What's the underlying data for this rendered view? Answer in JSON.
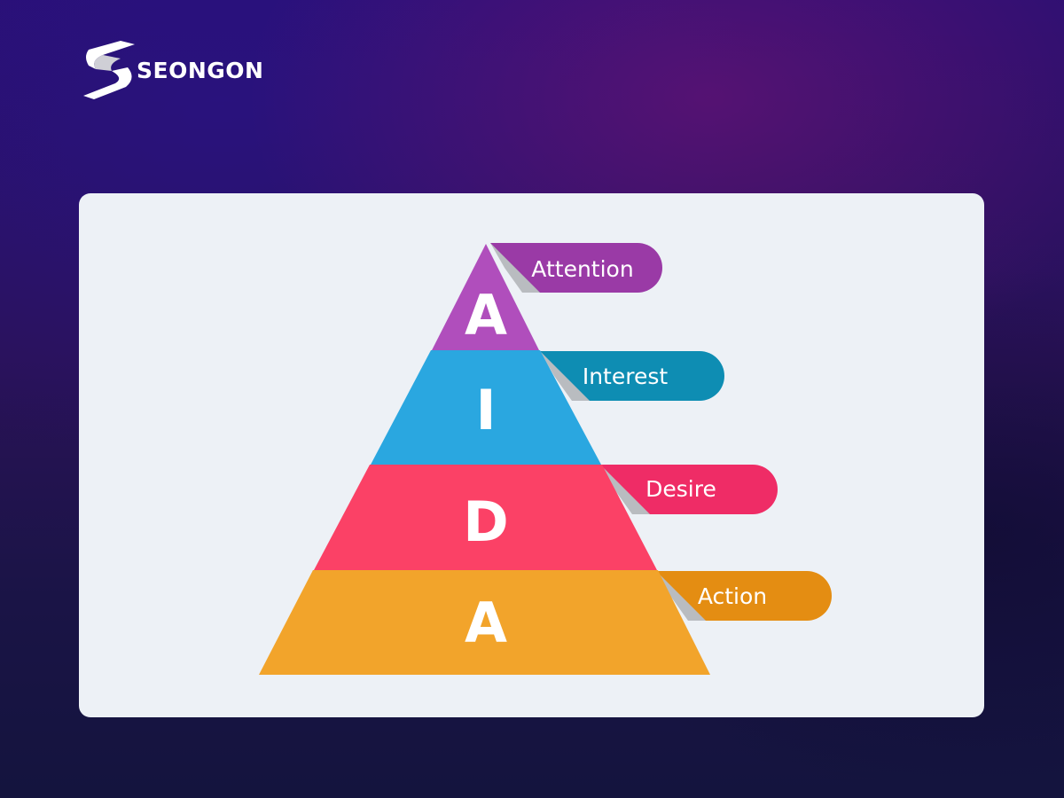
{
  "brand": {
    "name": "SEONGON",
    "logo_icon": "s-ribbon-icon"
  },
  "diagram": {
    "stages": [
      {
        "letter": "A",
        "label": "Attention",
        "color": "#b04ebc",
        "label_color": "#9a3aa6"
      },
      {
        "letter": "I",
        "label": "Interest",
        "color": "#2aa7e0",
        "label_color": "#0e8db3"
      },
      {
        "letter": "D",
        "label": "Desire",
        "color": "#fb4166",
        "label_color": "#ef2c66"
      },
      {
        "letter": "A",
        "label": "Action",
        "color": "#f2a42b",
        "label_color": "#e48d12"
      }
    ]
  }
}
